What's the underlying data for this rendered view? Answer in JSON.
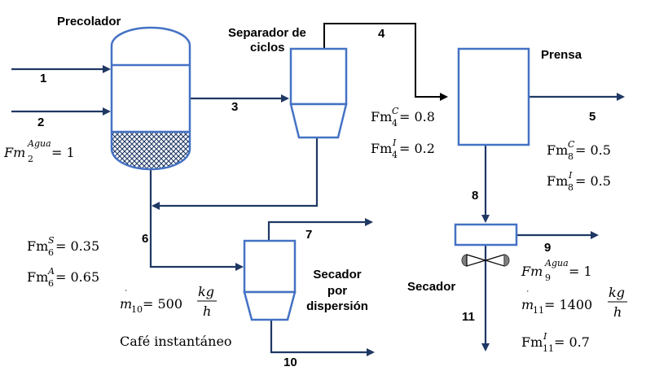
{
  "equipment": {
    "precolador": "Precolador",
    "separador_line1": "Separador de",
    "separador_line2": "ciclos",
    "prensa": "Prensa",
    "secador_disp_line1": "Secador",
    "secador_disp_line2": "por",
    "secador_disp_line3": "dispersión",
    "secador": "Secador"
  },
  "streams": {
    "s1": "1",
    "s2": "2",
    "s3": "3",
    "s4": "4",
    "s5": "5",
    "s6": "6",
    "s7": "7",
    "s8": "8",
    "s9": "9",
    "s10": "10",
    "s11": "11"
  },
  "annotations": {
    "fm2_base": "Fm",
    "fm2_sup": "Agua",
    "fm2_sub": "2",
    "fm2_val": " = 1",
    "fm4c_base": "Fm",
    "fm4c_sup": "C",
    "fm4c_sub": "4",
    "fm4c_val": " = 0.8",
    "fm4i_base": "Fm",
    "fm4i_sup": "I",
    "fm4i_sub": "4",
    "fm4i_val": " = 0.2",
    "fm8c_base": "Fm",
    "fm8c_sup": "C",
    "fm8c_sub": "8",
    "fm8c_val": " = 0.5",
    "fm8i_base": "Fm",
    "fm8i_sup": "I",
    "fm8i_sub": "8",
    "fm8i_val": " = 0.5",
    "fm6s_base": "Fm",
    "fm6s_sup": "S",
    "fm6s_sub": "6",
    "fm6s_val": " = 0.35",
    "fm6a_base": "Fm",
    "fm6a_sup": "A",
    "fm6a_sub": "6",
    "fm6a_val": " = 0.65",
    "m10_base": "m",
    "m10_sub": "10",
    "m10_val": " = 500",
    "m10_unit_num": "kg",
    "m10_unit_den": "h",
    "cafe": "Café instantáneo",
    "fm9_base": "Fm",
    "fm9_sup": "Agua",
    "fm9_sub": "9",
    "fm9_val": " = 1",
    "m11_base": "m",
    "m11_sub": "11",
    "m11_val": " = 1400",
    "m11_unit_num": "kg",
    "m11_unit_den": "h",
    "fm11_base": "Fm",
    "fm11_sup": "I",
    "fm11_sub": "11",
    "fm11_val": " = 0.7"
  },
  "colors": {
    "equipment_stroke": "#4472c4",
    "pipe_dark_blue": "#1f3864",
    "pipe_black": "#000000",
    "valve_grey": "#7f7f7f"
  }
}
